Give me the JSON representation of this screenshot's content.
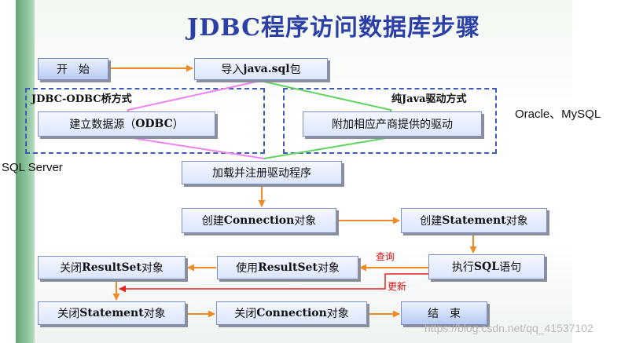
{
  "title": "JDBC程序访问数据库步骤",
  "groups": {
    "left_label": "JDBC-ODBC桥方式",
    "right_label": "纯Java驱动方式"
  },
  "side_labels": {
    "right": "Oracle、MySQL",
    "left": "SQL Server"
  },
  "nodes": {
    "start": {
      "prefix": "开　始",
      "strong": "",
      "suffix": ""
    },
    "import": {
      "prefix": "导入 ",
      "strong": "java.sql",
      "suffix": "包"
    },
    "odbc": {
      "prefix": "建立数据源（",
      "strong": "ODBC",
      "suffix": "）"
    },
    "vendor": {
      "prefix": "附加相应产商提供的驱动",
      "strong": "",
      "suffix": ""
    },
    "load": {
      "prefix": "加载并注册驱动程序",
      "strong": "",
      "suffix": ""
    },
    "connection": {
      "prefix": "创建",
      "strong": "Connection",
      "suffix": " 对象"
    },
    "statement": {
      "prefix": "创建 ",
      "strong": "Statement",
      "suffix": " 对象"
    },
    "execute": {
      "prefix": "执行",
      "strong": "SQL",
      "suffix": "语句"
    },
    "use_rs": {
      "prefix": "使用",
      "strong": "ResultSet",
      "suffix": "对象"
    },
    "close_rs": {
      "prefix": "关闭",
      "strong": "ResultSet",
      "suffix": " 对象"
    },
    "close_stmt": {
      "prefix": "关闭",
      "strong": "Statement",
      "suffix": "对象"
    },
    "close_conn": {
      "prefix": "关闭",
      "strong": "Connection",
      "suffix": "对象"
    },
    "end": {
      "prefix": "结　束",
      "strong": "",
      "suffix": ""
    }
  },
  "edge_labels": {
    "query": "查询",
    "update": "更新"
  },
  "colors": {
    "title": "#2b3fa6",
    "flow_arrow": "#f08a24",
    "odbc_path": "#ee82ee",
    "java_path": "#5fd35f",
    "update_path": "#e52222",
    "group_border": "#3d5cb8"
  },
  "watermark": "https://blog.csdn.net/qq_41537102"
}
